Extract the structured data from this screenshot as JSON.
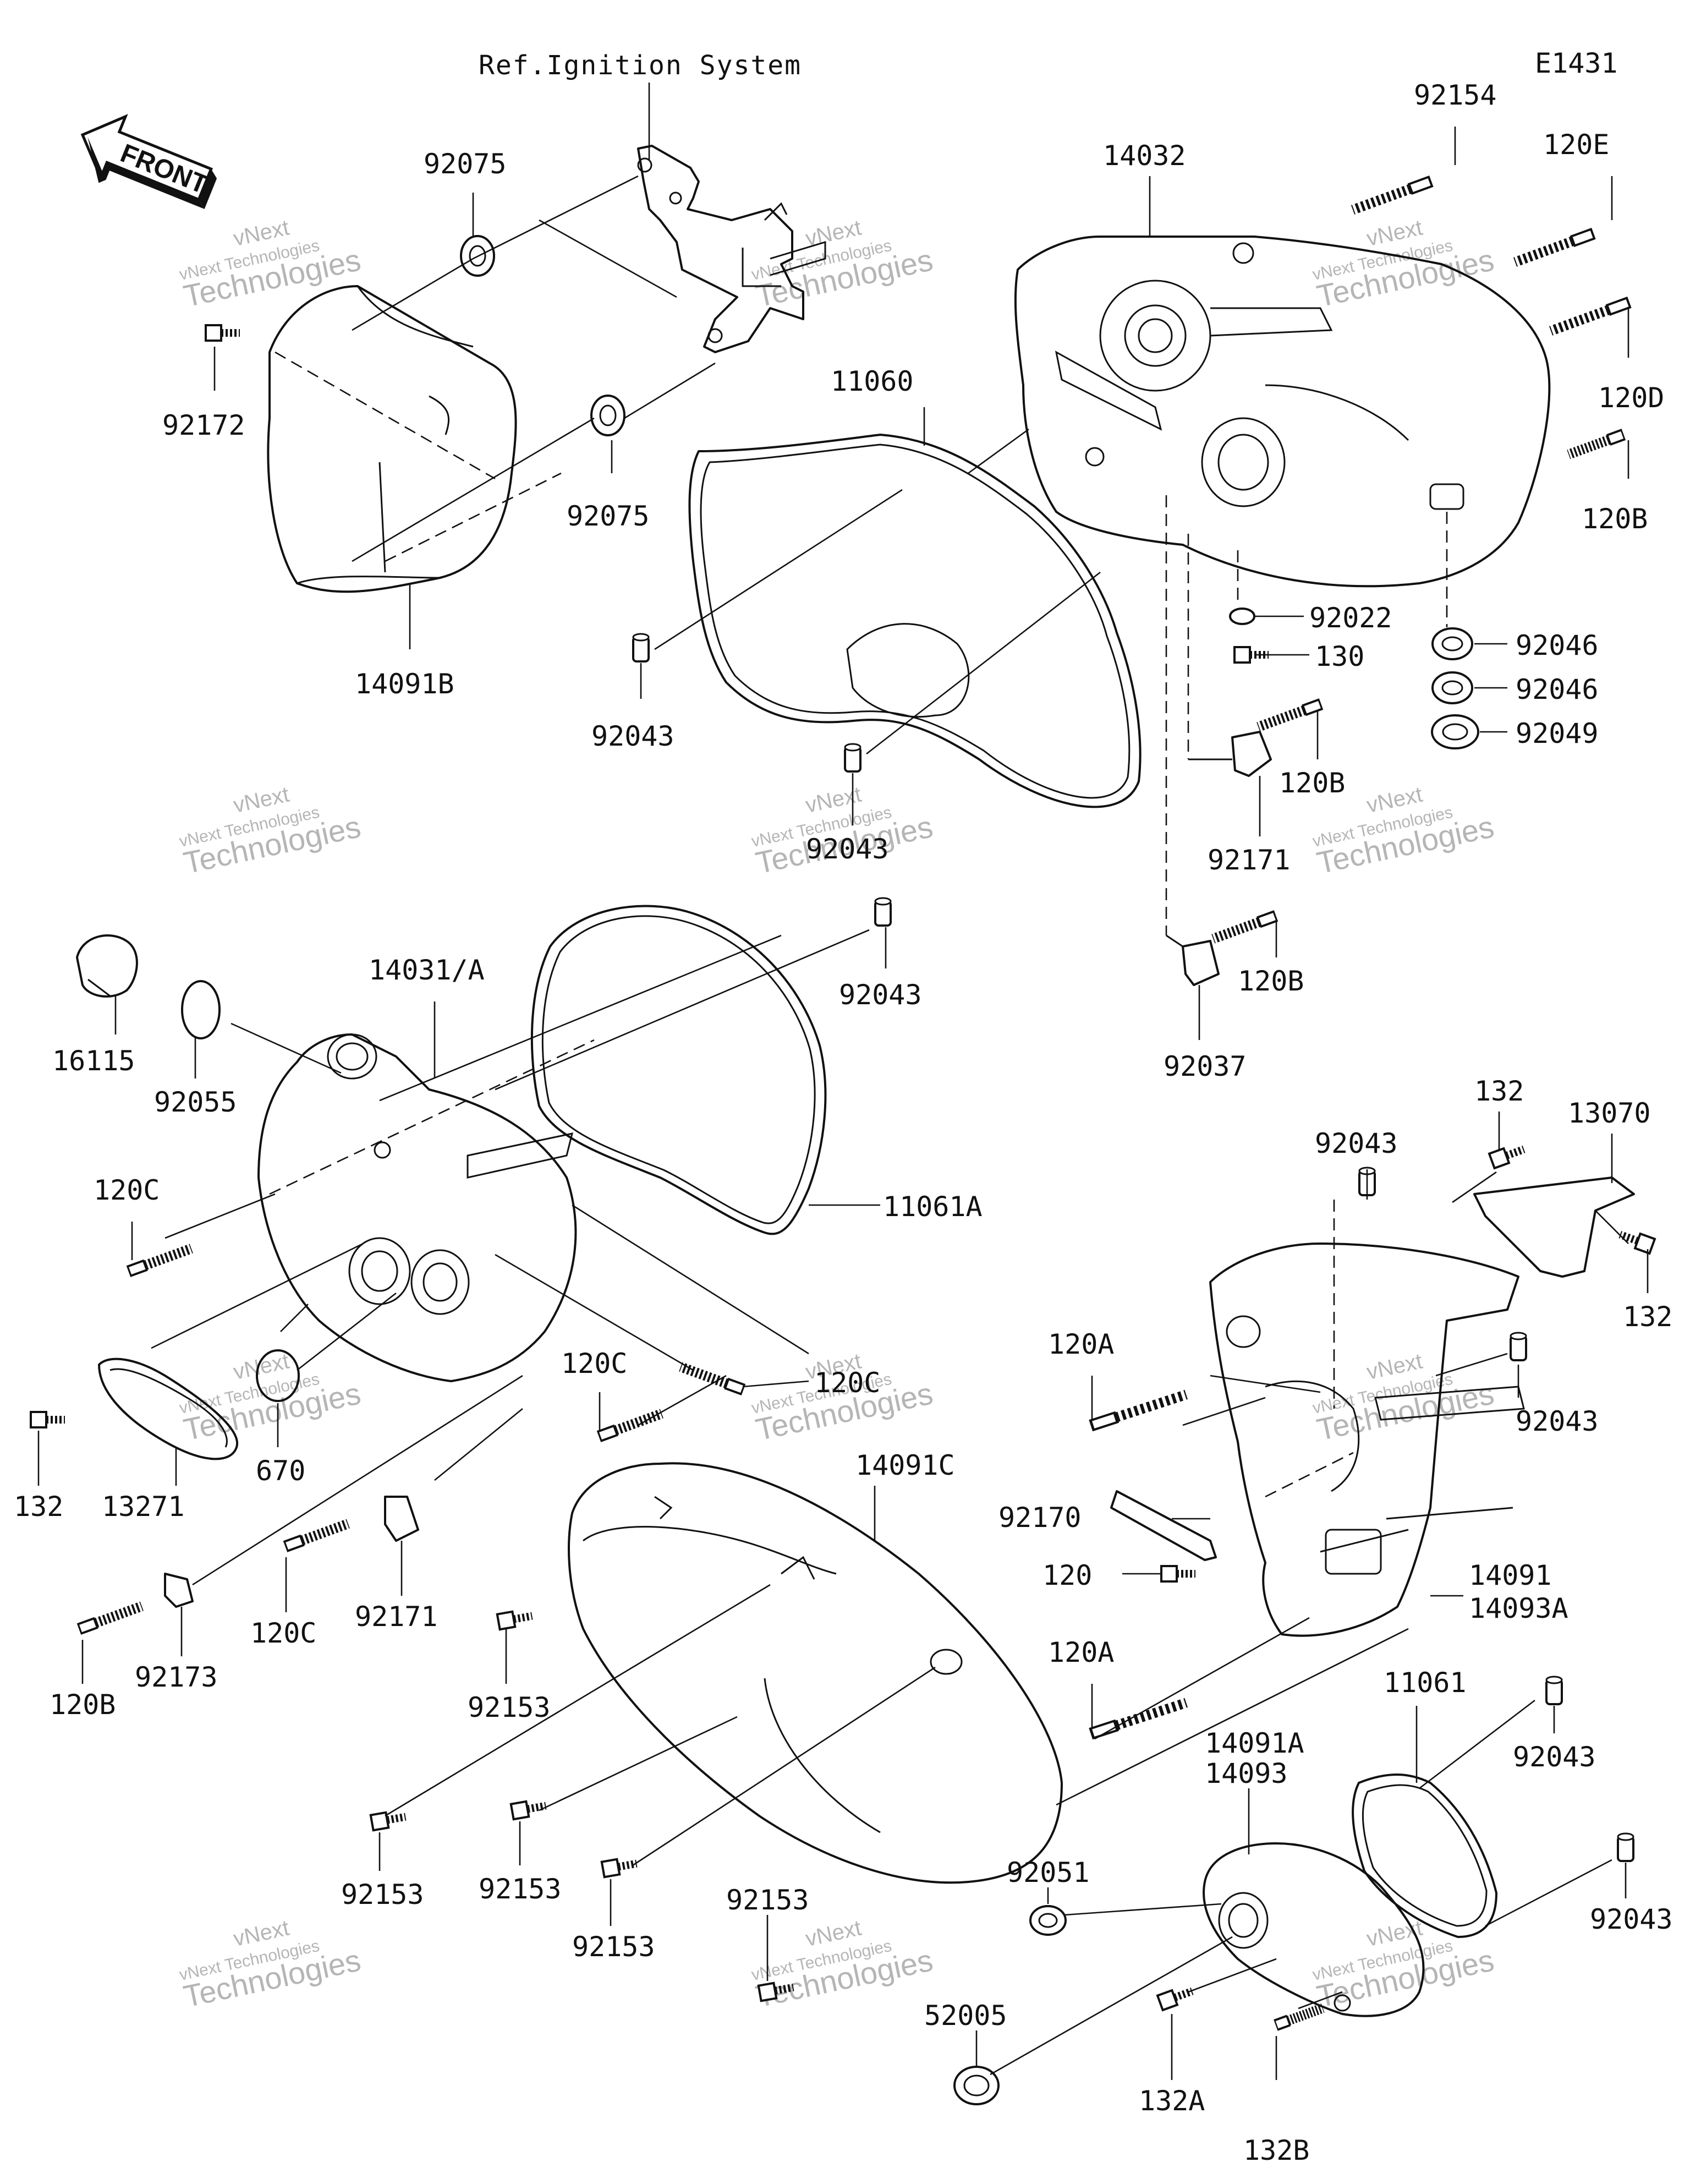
{
  "diagram": {
    "code": "E1431",
    "reference_note": "Ref.Ignition System",
    "front_label": "FRONT",
    "watermark": {
      "line1": "vNext",
      "line2": "vNext Technologies",
      "line3": "Technologies"
    },
    "parts": [
      {
        "num": "92154"
      },
      {
        "num": "120E"
      },
      {
        "num": "14032"
      },
      {
        "num": "120D"
      },
      {
        "num": "120B"
      },
      {
        "num": "92075"
      },
      {
        "num": "92172"
      },
      {
        "num": "92075"
      },
      {
        "num": "14091B"
      },
      {
        "num": "11060"
      },
      {
        "num": "92043"
      },
      {
        "num": "92043"
      },
      {
        "num": "92022"
      },
      {
        "num": "130"
      },
      {
        "num": "92046"
      },
      {
        "num": "92046"
      },
      {
        "num": "92049"
      },
      {
        "num": "120B"
      },
      {
        "num": "92171"
      },
      {
        "num": "120B"
      },
      {
        "num": "92037"
      },
      {
        "num": "14031/A"
      },
      {
        "num": "16115"
      },
      {
        "num": "92055"
      },
      {
        "num": "92043"
      },
      {
        "num": "11061A"
      },
      {
        "num": "120C"
      },
      {
        "num": "120C"
      },
      {
        "num": "120C"
      },
      {
        "num": "132"
      },
      {
        "num": "13271"
      },
      {
        "num": "670"
      },
      {
        "num": "120C"
      },
      {
        "num": "92171"
      },
      {
        "num": "120B"
      },
      {
        "num": "92173"
      },
      {
        "num": "92043"
      },
      {
        "num": "132"
      },
      {
        "num": "13070"
      },
      {
        "num": "132"
      },
      {
        "num": "120A"
      },
      {
        "num": "92043"
      },
      {
        "num": "14091C"
      },
      {
        "num": "92170"
      },
      {
        "num": "120"
      },
      {
        "num": "14091"
      },
      {
        "num": "14093A"
      },
      {
        "num": "120A"
      },
      {
        "num": "92153"
      },
      {
        "num": "11061"
      },
      {
        "num": "14091A"
      },
      {
        "num": "14093"
      },
      {
        "num": "92043"
      },
      {
        "num": "92043"
      },
      {
        "num": "92153"
      },
      {
        "num": "92153"
      },
      {
        "num": "92153"
      },
      {
        "num": "92153"
      },
      {
        "num": "92051"
      },
      {
        "num": "52005"
      },
      {
        "num": "132A"
      },
      {
        "num": "132B"
      }
    ]
  }
}
